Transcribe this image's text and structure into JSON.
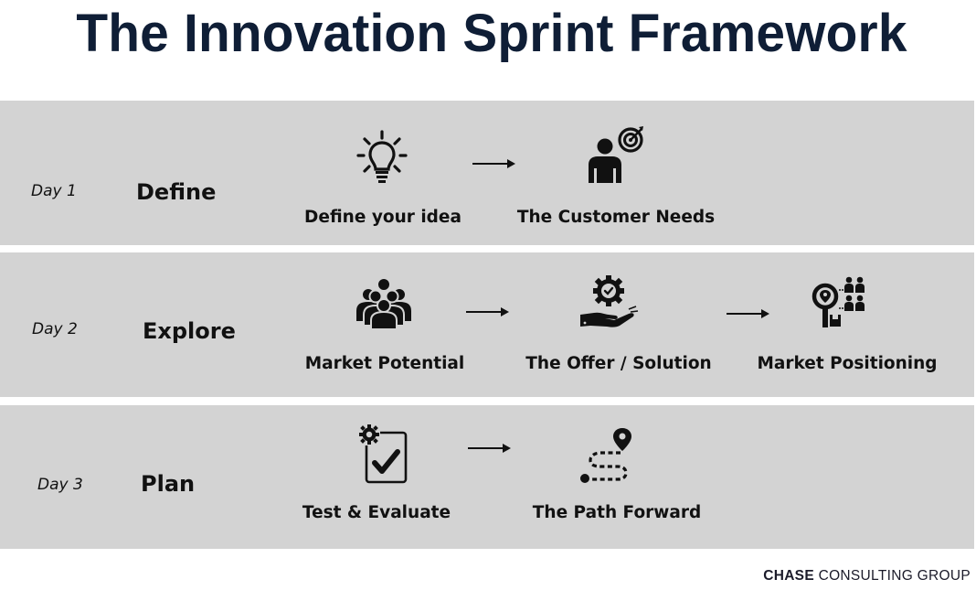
{
  "title": "The Innovation Sprint Framework",
  "colors": {
    "title": "#0f1e36",
    "band_background": "#d3d3d3",
    "icon": "#111111",
    "page_background": "#ffffff"
  },
  "rows": [
    {
      "day": "Day 1",
      "phase": "Define",
      "steps": [
        {
          "label": "Define your idea",
          "icon": "lightbulb-icon"
        },
        {
          "label": "The Customer Needs",
          "icon": "person-target-icon"
        }
      ]
    },
    {
      "day": "Day 2",
      "phase": "Explore",
      "steps": [
        {
          "label": "Market Potential",
          "icon": "group-people-icon"
        },
        {
          "label": "The Offer / Solution",
          "icon": "hand-gear-icon"
        },
        {
          "label": "Market Positioning",
          "icon": "magnifier-location-people-icon"
        }
      ]
    },
    {
      "day": "Day 3",
      "phase": "Plan",
      "steps": [
        {
          "label": "Test & Evaluate",
          "icon": "gear-checklist-icon"
        },
        {
          "label": "The Path Forward",
          "icon": "dotted-path-pin-icon"
        }
      ]
    }
  ],
  "footer": {
    "brand_bold": "CHASE",
    "brand_regular": " CONSULTING GROUP"
  }
}
